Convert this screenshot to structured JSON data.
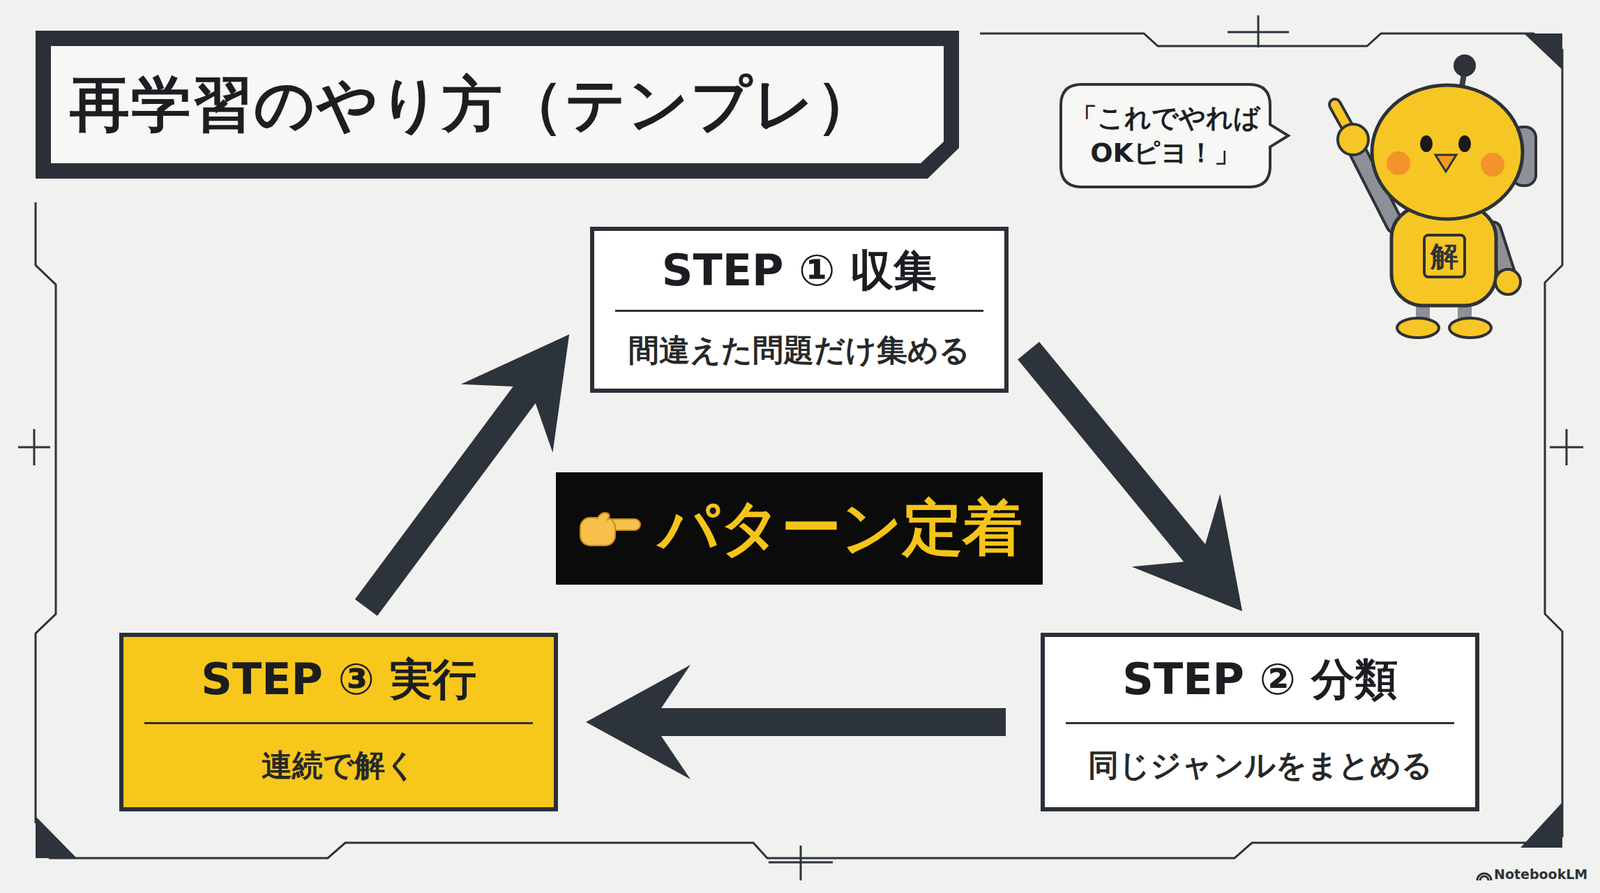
{
  "diagram": {
    "title": "再学習のやり方（テンプレ）",
    "nodes": [
      {
        "text": [
          "「これでやれば OKピヨ！」"
        ]
      },
      {
        "text": [
          "STEP ① 収集",
          "間違えた問題だけ集める"
        ]
      },
      {
        "text": [
          "パターン定着"
        ]
      },
      {
        "text": [
          "STEP ③ 実行",
          "連続で解く"
        ]
      },
      {
        "text": [
          "STEP ② 分類",
          "同じジャンルをまとめる"
        ]
      }
    ],
    "edges": [
      {
        "from": 1,
        "to": 4,
        "arrow": "to"
      },
      {
        "from": 4,
        "to": 3,
        "arrow": "to"
      },
      {
        "from": 3,
        "to": 1,
        "arrow": "to"
      }
    ],
    "labels": [
      "解",
      "NotebookLM"
    ]
  }
}
